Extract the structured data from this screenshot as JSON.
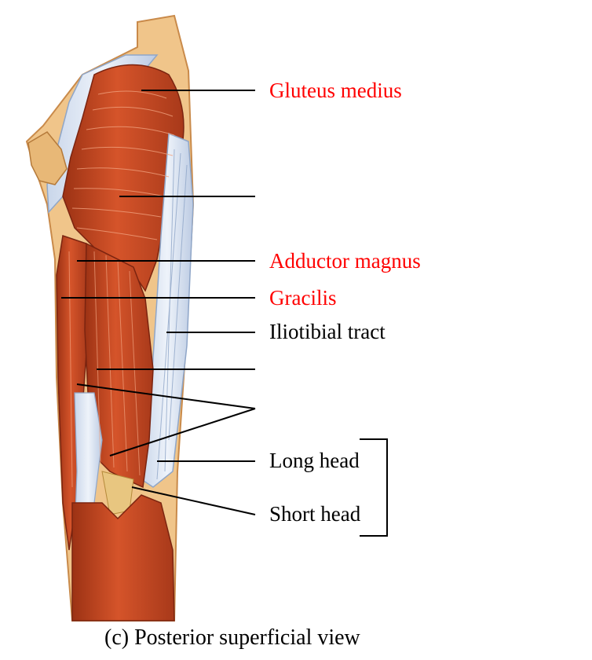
{
  "figure": {
    "labels": [
      {
        "key": "gluteus_medius",
        "text": "Gluteus medius",
        "color": "#ff0000"
      },
      {
        "key": "gluteus_maximus",
        "text": "",
        "color": "#ff0000"
      },
      {
        "key": "adductor_magnus",
        "text": "Adductor magnus",
        "color": "#ff0000"
      },
      {
        "key": "gracilis",
        "text": "Gracilis",
        "color": "#ff0000"
      },
      {
        "key": "iliotibial_tract",
        "text": "Iliotibial tract",
        "color": "#000000"
      },
      {
        "key": "semitendinosus",
        "text": "",
        "color": "#000000"
      },
      {
        "key": "semimembranosus",
        "text": "",
        "color": "#000000"
      },
      {
        "key": "biceps_long_head",
        "text": "Long head",
        "color": "#000000"
      },
      {
        "key": "biceps_short_head",
        "text": "Short head",
        "color": "#000000"
      }
    ],
    "caption": "(c) Posterior superficial view"
  },
  "colors": {
    "muscle": "#c8451f",
    "muscle_dark": "#8e2a12",
    "fascia": "#dde6f2",
    "fascia_line": "#8fa6c8",
    "skin": "#f2c98c",
    "leader": "#000000"
  }
}
